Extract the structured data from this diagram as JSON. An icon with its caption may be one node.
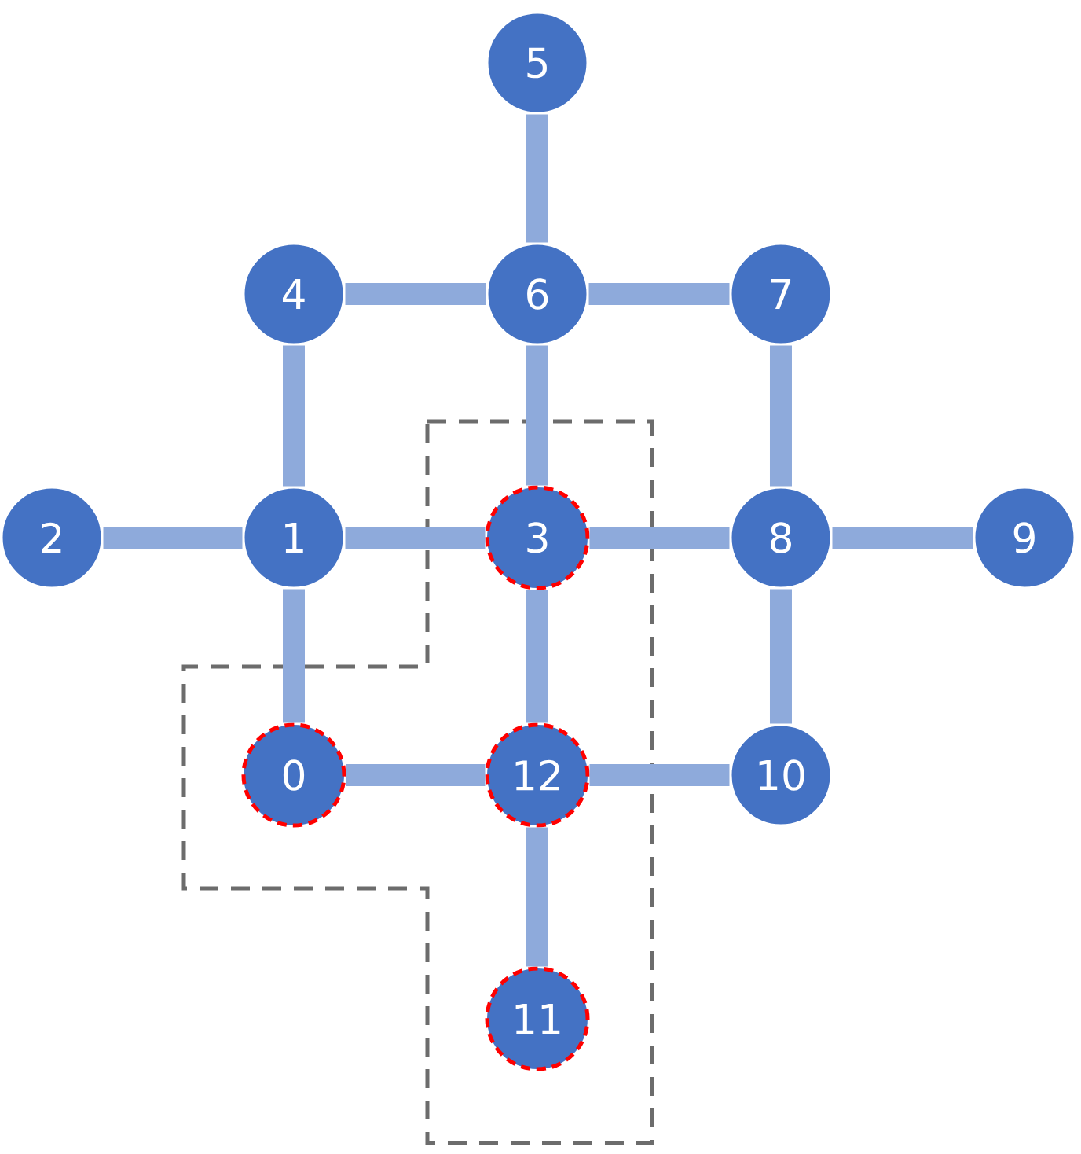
{
  "diagram": {
    "nodes": [
      {
        "text": [
          "5"
        ]
      },
      {
        "text": [
          "4"
        ]
      },
      {
        "text": [
          "6"
        ]
      },
      {
        "text": [
          "7"
        ]
      },
      {
        "text": [
          "2"
        ]
      },
      {
        "text": [
          "1"
        ]
      },
      {
        "text": [
          "3"
        ]
      },
      {
        "text": [
          "8"
        ]
      },
      {
        "text": [
          "9"
        ]
      },
      {
        "text": [
          "0"
        ]
      },
      {
        "text": [
          "12"
        ]
      },
      {
        "text": [
          "10"
        ]
      },
      {
        "text": [
          "11"
        ]
      }
    ],
    "edges": [
      {
        "from": 0,
        "to": 2,
        "arrow": "none"
      },
      {
        "from": 1,
        "to": 2,
        "arrow": "none"
      },
      {
        "from": 2,
        "to": 3,
        "arrow": "none"
      },
      {
        "from": 1,
        "to": 5,
        "arrow": "none"
      },
      {
        "from": 2,
        "to": 6,
        "arrow": "none"
      },
      {
        "from": 3,
        "to": 7,
        "arrow": "none"
      },
      {
        "from": 4,
        "to": 5,
        "arrow": "none"
      },
      {
        "from": 5,
        "to": 6,
        "arrow": "none"
      },
      {
        "from": 6,
        "to": 7,
        "arrow": "none"
      },
      {
        "from": 7,
        "to": 8,
        "arrow": "none"
      },
      {
        "from": 5,
        "to": 9,
        "arrow": "none"
      },
      {
        "from": 6,
        "to": 10,
        "arrow": "none"
      },
      {
        "from": 7,
        "to": 11,
        "arrow": "none"
      },
      {
        "from": 9,
        "to": 10,
        "arrow": "none"
      },
      {
        "from": 10,
        "to": 11,
        "arrow": "none"
      },
      {
        "from": 10,
        "to": 12,
        "arrow": "none"
      }
    ]
  }
}
